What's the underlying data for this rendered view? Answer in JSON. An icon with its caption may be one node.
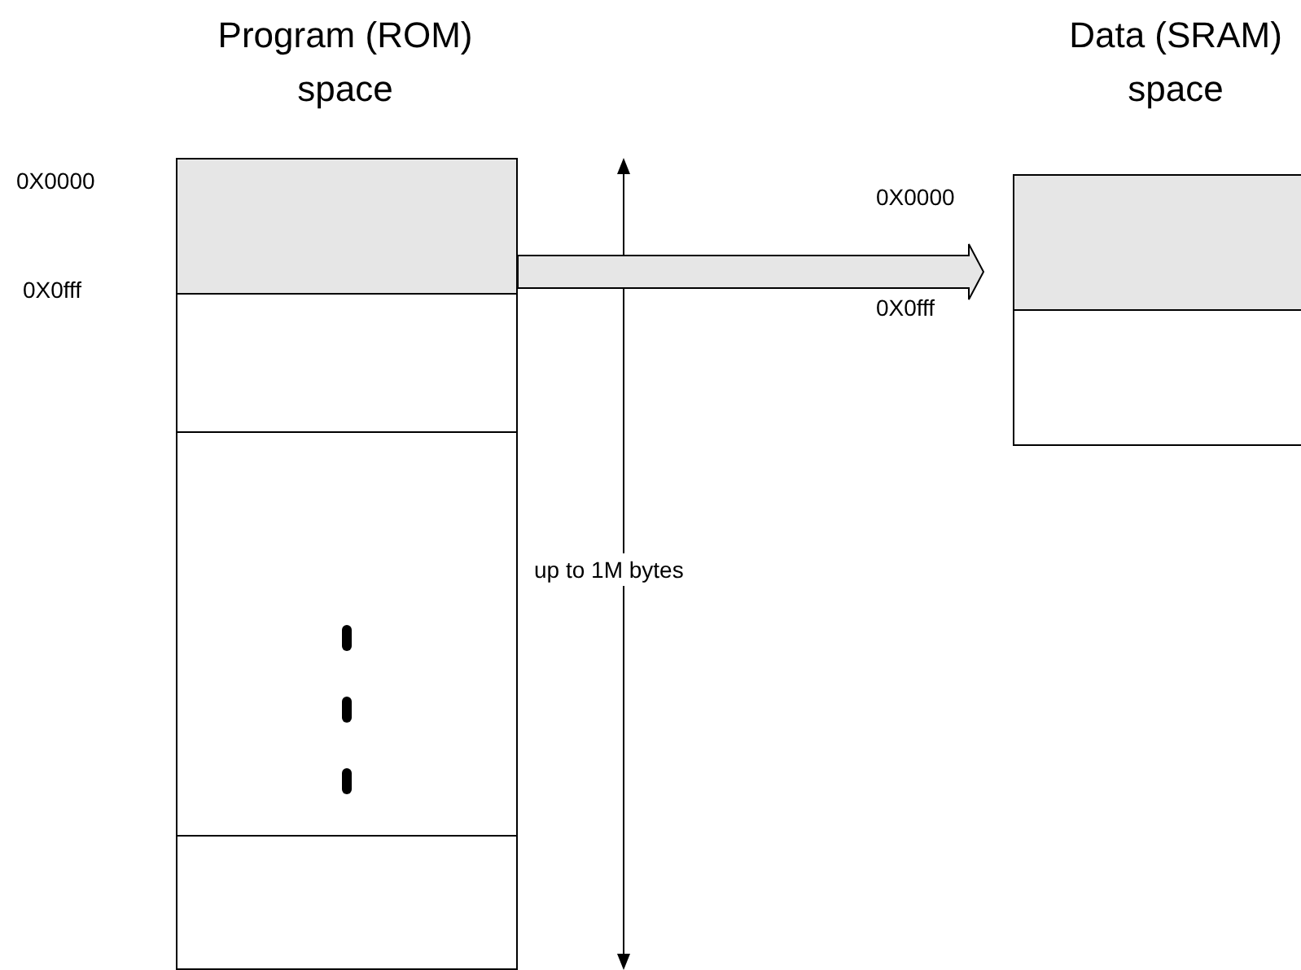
{
  "diagram": {
    "nodes": [
      {
        "text": [
          "Program (ROM) space"
        ]
      },
      {
        "text": [],
        "shape": "box",
        "in": 0,
        "beside": [
          "0X0000",
          "0X0fff"
        ]
      },
      {
        "text": [],
        "shape": "box",
        "in": 0
      },
      {
        "text": [],
        "shape": "box",
        "in": 0
      },
      {
        "text": [],
        "shape": "box",
        "in": 0
      },
      {
        "text": [
          "Data (SRAM) space"
        ]
      },
      {
        "text": [],
        "shape": "box",
        "in": 5,
        "beside": [
          "0X0000",
          "0X0fff"
        ]
      },
      {
        "text": [],
        "shape": "box",
        "in": 5
      }
    ],
    "edges": [
      {
        "from": 1,
        "to": 6,
        "arrow": "to"
      }
    ],
    "labels": [
      "up to 1M bytes"
    ]
  }
}
